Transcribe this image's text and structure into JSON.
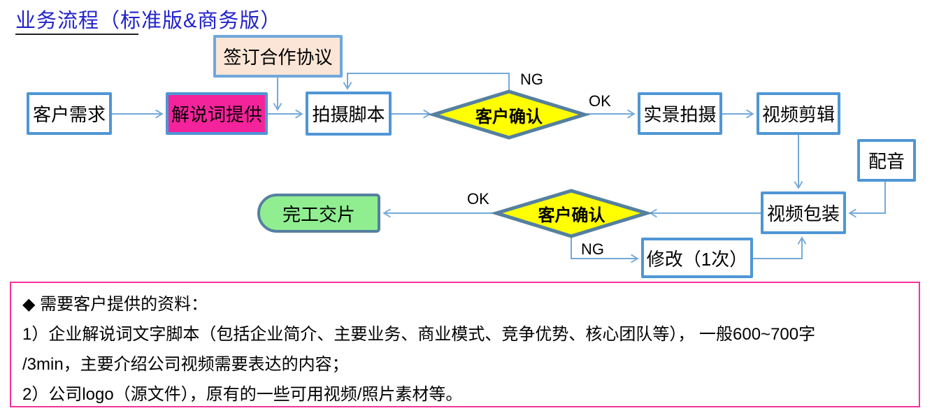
{
  "title": {
    "text": "业务流程（标准版&商务版）"
  },
  "flow": {
    "nodes": {
      "customer_needs": "客户需求",
      "narration": "解说词提供",
      "agreement": "签订合作协议",
      "script": "拍摄脚本",
      "confirm1": "客户确认",
      "live_shoot": "实景拍摄",
      "video_edit": "视频剪辑",
      "dubbing": "配音",
      "packaging": "视频包装",
      "confirm2": "客户确认",
      "delivery": "完工交片",
      "revision": "修改（1次）"
    },
    "labels": {
      "ng1": "NG",
      "ok1": "OK",
      "ok2": "OK",
      "ng2": "NG"
    }
  },
  "notes": {
    "lines": [
      "◆ 需要客户提供的资料：",
      "1）企业解说词文字脚本（包括企业简介、主要业务、商业模式、竞争优势、核心团队等）， 一般600~700字",
      "/3min，主要介绍公司视频需要表达的内容；",
      "2）公司logo（源文件），原有的一些可用视频/照片素材等。"
    ]
  },
  "colors": {
    "title_blue": "#2222cc",
    "box_border_blue": "#4f96d5",
    "agreement_border": "#6fa8dc",
    "diamond_border": "#55809f",
    "connector_blue": "#74a9d8",
    "magenta_fill": "#f5239b",
    "peach_fill": "#fbe5d6",
    "yellow_fill": "#ffff00",
    "green_fill": "#90ee90",
    "notes_border_pink": "#f5329b"
  }
}
